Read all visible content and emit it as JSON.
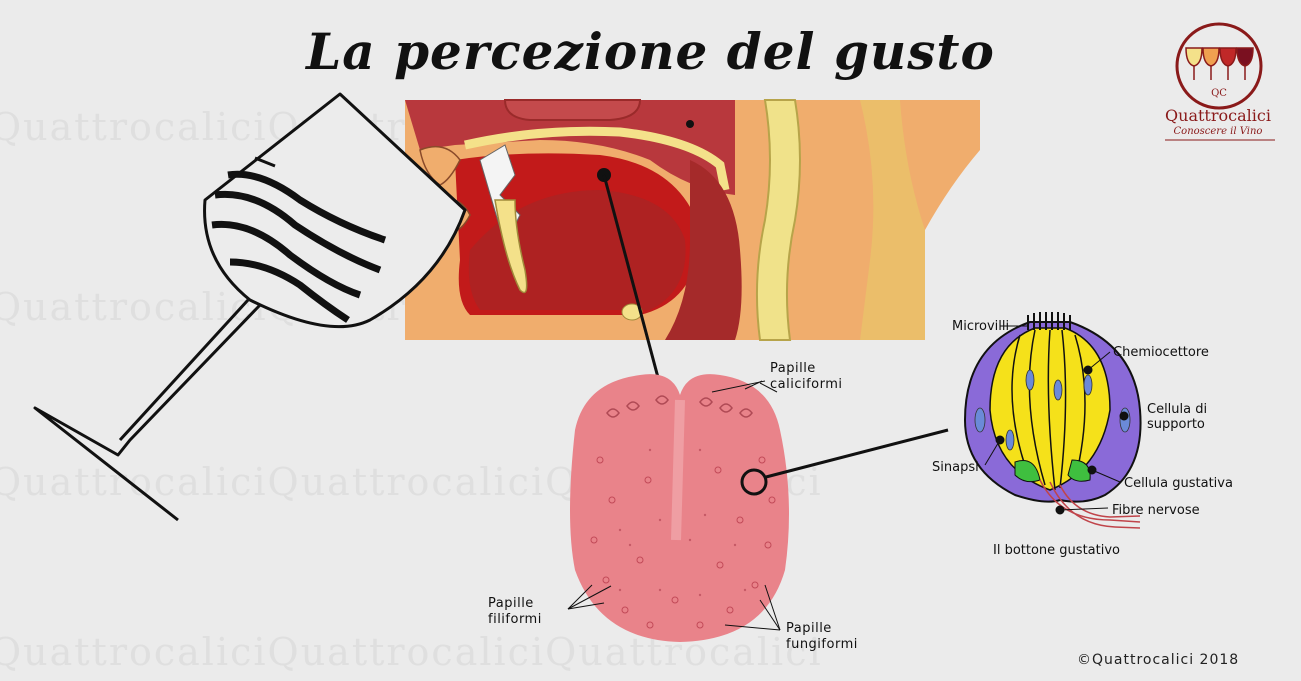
{
  "title": "La percezione del gusto",
  "logo": {
    "initials": "QC",
    "name": "Quattrocalici",
    "tagline": "Conoscere il Vino"
  },
  "watermark": "QuattrocaliciQuattrocaliciQuattrocalici",
  "labels": {
    "papille_caliciformi": "Papille\ncaliciformi",
    "papille_filiformi": "Papille\nfiliformi",
    "papille_fungiformi": "Papille\nfungiformi",
    "microvilli": "Microvilli",
    "chemiocettore": "Chemiocettore",
    "cellula_supporto": "Cellula di\nsupporto",
    "sinapsi": "Sinapsi",
    "cellula_gustativa": "Cellula gustativa",
    "fibre_nervose": "Fibre nervose",
    "bottone_gustativo": "Il bottone gustativo"
  },
  "copyright": "©Quattrocalici 2018",
  "colors": {
    "background": "#ebebeb",
    "skin": "#f0ad6d",
    "cavity": "#c21a1a",
    "tongue": "#e9838a",
    "bud_purple": "#8a6ad8",
    "bud_yellow": "#f5e11a",
    "bud_green": "#3fbf3f",
    "logo": "#8a1a1a"
  }
}
